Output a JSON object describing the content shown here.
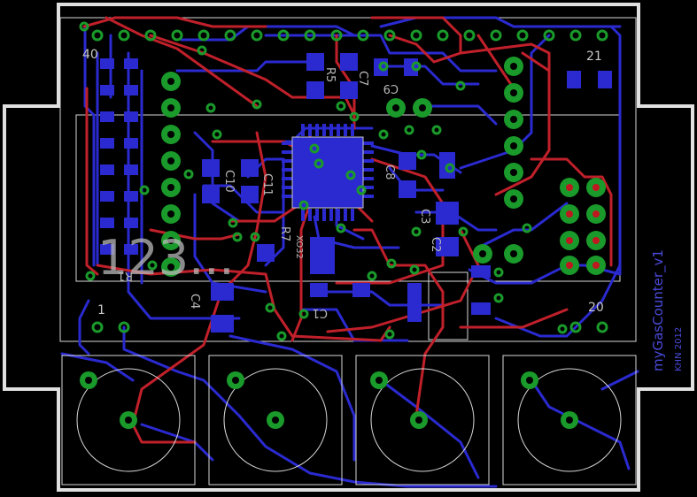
{
  "board": {
    "title": "myGasCounter_v1",
    "credit": "KHN 2012",
    "colors": {
      "background": "#000000",
      "outline": "#e0e0e0",
      "top_trace": "#c0202a",
      "bottom_trace": "#2a2ad0",
      "via": "#1a9a2a"
    }
  },
  "header_labels": {
    "pin40": "40",
    "pin1": "1",
    "pin20": "20",
    "pin21": "21"
  },
  "silkscreen": {
    "big_text": "123...",
    "refs": [
      "R1",
      "C4",
      "C1",
      "C10",
      "C11",
      "C7",
      "R5",
      "C9",
      "C8",
      "C3",
      "C2",
      "R7",
      "XO32"
    ]
  }
}
